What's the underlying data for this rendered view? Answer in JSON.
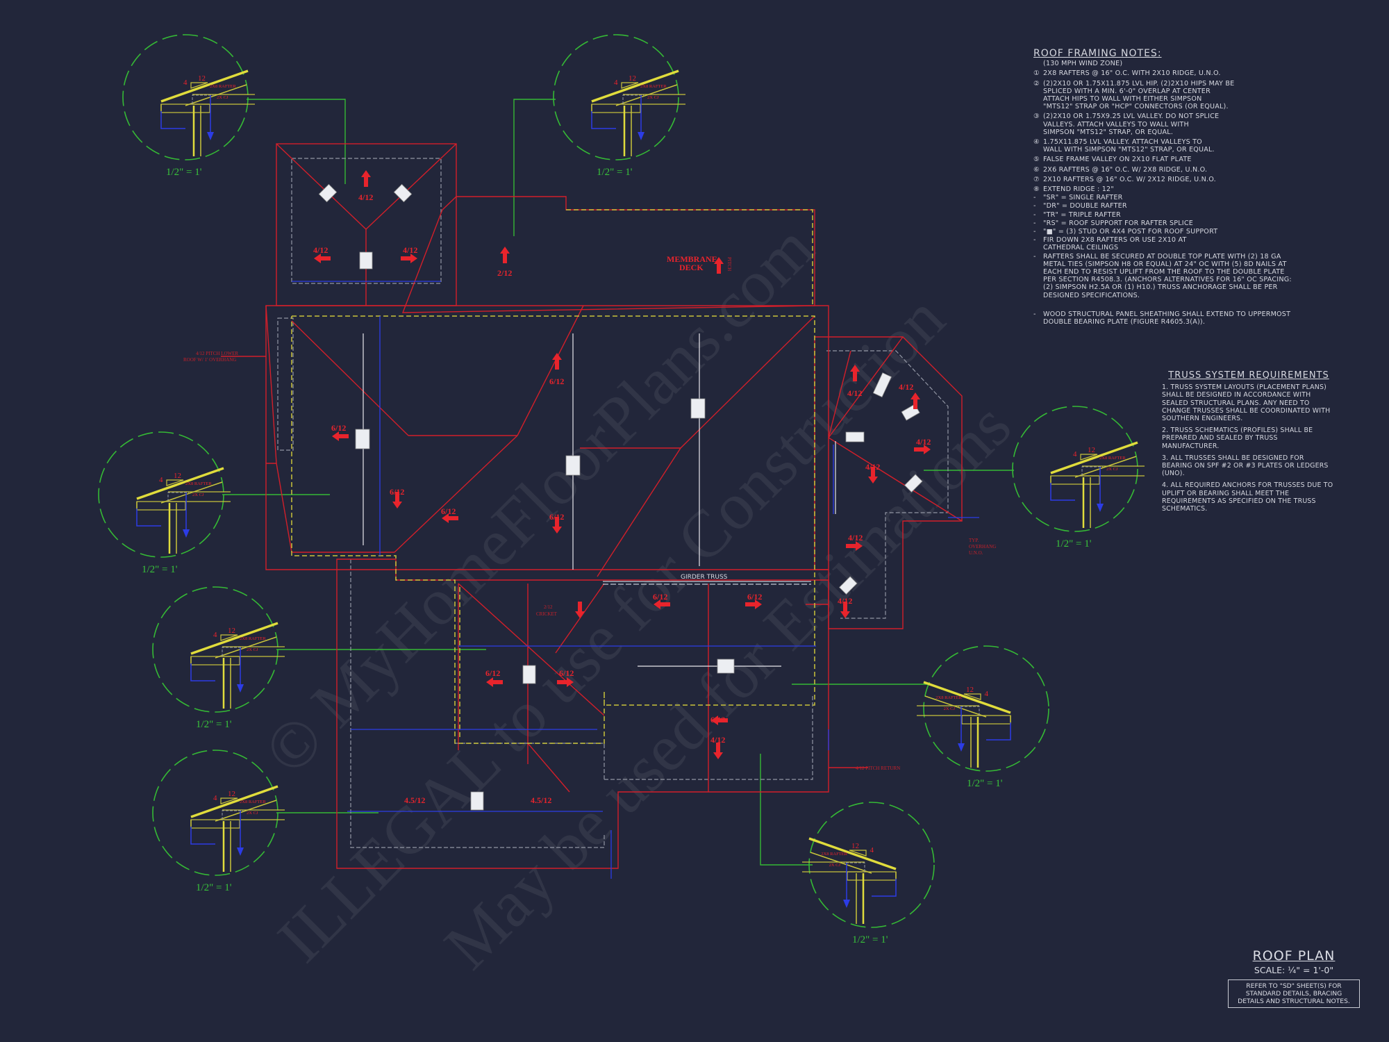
{
  "colors": {
    "background": "#22263a",
    "roof_line": "#d21f2a",
    "pitch": "#e8242c",
    "wall_dashed": "#c9c43a",
    "framing_dashed": "#9296a4",
    "dimension": "#2c3ce6",
    "detail_callout": "#35b935",
    "notes_text": "#d6d8e0"
  },
  "watermark": [
    "© MyHomeFloorPlans.com",
    "ILLEGAL to use for Construction",
    "May be used for Estimations"
  ],
  "framing_notes": {
    "title": "ROOF FRAMING NOTES:",
    "subtitle": "(130 MPH WIND ZONE)",
    "numbered": [
      {
        "n": "①",
        "lines": [
          "2x8 RAFTERS @ 16\" O.C. WITH 2X10 RIDGE, U.N.O."
        ]
      },
      {
        "n": "②",
        "lines": [
          "(2)2x10 OR 1.75x11.875 LVL HIP.  (2)2x10 HIPS MAY BE",
          "SPLICED WITH A MIN. 6'-0\" OVERLAP AT CENTER",
          "ATTACH HIPS TO WALL WITH EITHER SIMPSON",
          "\"MTS12\" STRAP OR \"HCP\" CONNECTORS (OR EQUAL)."
        ]
      },
      {
        "n": "③",
        "lines": [
          "(2)2x10 OR 1.75x9.25 LVL VALLEY.  DO NOT SPLICE",
          "VALLEYS.  ATTACH VALLEYS TO WALL WITH",
          "SIMPSON \"MTS12\" STRAP, OR EQUAL."
        ]
      },
      {
        "n": "④",
        "lines": [
          "1.75x11.875 LVL VALLEY.  ATTACH VALLEYS TO",
          "WALL WITH SIMPSON \"MTS12\" STRAP, OR EQUAL."
        ]
      },
      {
        "n": "⑤",
        "lines": [
          "FALSE FRAME VALLEY ON 2x10 FLAT PLATE"
        ]
      },
      {
        "n": "⑥",
        "lines": [
          "2x6 RAFTERS @ 16\" O.C. W/ 2x8 RIDGE, U.N.O."
        ]
      },
      {
        "n": "⑦",
        "lines": [
          "2x10 RAFTERS @ 16\" O.C. W/ 2x12 RIDGE, U.N.O."
        ]
      },
      {
        "n": "⑧",
        "lines": [
          "EXTEND RIDGE : 12\""
        ]
      }
    ],
    "bullets": [
      {
        "lines": [
          "\"SR\" = SINGLE RAFTER"
        ]
      },
      {
        "lines": [
          "\"DR\" = DOUBLE RAFTER"
        ]
      },
      {
        "lines": [
          "\"TR\" = TRIPLE RAFTER"
        ]
      },
      {
        "lines": [
          "\"RS\" = ROOF SUPPORT FOR RAFTER SPLICE"
        ]
      },
      {
        "lines": [
          "\"■\"  = (3) STUD OR 4x4 POST FOR ROOF SUPPORT"
        ]
      },
      {
        "lines": [
          "FIR DOWN 2x8 RAFTERS OR USE 2x10 AT",
          "CATHEDRAL CEILINGS"
        ]
      },
      {
        "lines": [
          "RAFTERS SHALL BE SECURED AT DOUBLE TOP PLATE WITH (2) 18 GA",
          "METAL TIES (SIMPSON H8 OR EQUAL) AT 24\" OC WITH (5) 8d NAILS AT",
          "EACH END TO RESIST UPLIFT FROM THE ROOF TO THE DOUBLE PLATE",
          "PER SECTION R4508.3. (ANCHORS ALTERNATIVES FOR 16\" OC SPACING:",
          "(2) SIMPSON H2.5A OR (1) H10.) TRUSS ANCHORAGE SHALL BE PER",
          "DESIGNED SPECIFICATIONS."
        ]
      },
      {
        "lines": [
          "WOOD STRUCTURAL PANEL SHEATHING SHALL EXTEND TO UPPERMOST",
          "DOUBLE BEARING PLATE (FIGURE R4605.3(A))."
        ]
      }
    ]
  },
  "truss_requirements": {
    "title": "TRUSS SYSTEM REQUIREMENTS",
    "items": [
      "1. TRUSS SYSTEM LAYOUTS (PLACEMENT PLANS) SHALL BE DESIGNED IN ACCORDANCE WITH SEALED STRUCTURAL PLANS. ANY NEED TO CHANGE TRUSSES SHALL BE COORDINATED WITH SOUTHERN ENGINEERS.",
      "2. TRUSS SCHEMATICS (PROFILES) SHALL BE PREPARED AND SEALED BY TRUSS MANUFACTURER.",
      "3. ALL TRUSSES SHALL BE DESIGNED FOR BEARING ON SPF #2 OR #3 PLATES OR LEDGERS (UNO).",
      "4. ALL REQUIRED ANCHORS FOR TRUSSES DUE TO UPLIFT OR BEARING SHALL MEET THE REQUIREMENTS AS SPECIFIED ON THE TRUSS SCHEMATICS."
    ]
  },
  "title_block": {
    "title": "ROOF PLAN",
    "scale": "SCALE: ¼\" = 1'-0\"",
    "note_lines": [
      "REFER TO \"SD\"  SHEET(S) FOR",
      "STANDARD DETAILS, BRACING",
      "DETAILS AND STRUCTURAL NOTES."
    ]
  },
  "details": {
    "scale_label": "1/2\" = 1'",
    "rise": "4",
    "run": "12",
    "rafter_label": "2X8 RAFTER",
    "ceiling_label": "2X CJ",
    "count": 8
  },
  "plan": {
    "pitches": [
      "4/12",
      "4/12",
      "4/12",
      "2/12",
      "6/12",
      "6/12",
      "6/12",
      "6/12",
      "6/12",
      "4/12",
      "4/12",
      "4/12",
      "4/12",
      "4/12",
      "4/12",
      "6/12",
      "6/12",
      "2/12",
      "6/12",
      "6/12",
      "6/12",
      "4/12",
      "4.5/12",
      "4.5/12"
    ],
    "membrane": [
      "MEMBRANE",
      "DECK"
    ],
    "girder_truss": "GIRDER TRUSS",
    "cricket": "CRICKET",
    "lower_roof_note": [
      "4/12 PITCH LOWER",
      "ROOF W/ 1' OVERHANG"
    ],
    "overhang_note": [
      "TYP.",
      "OVERHANG",
      "U.N.O."
    ],
    "return_note": "4/12 PITCH RETURN",
    "pitch_vertical": "PITCH"
  }
}
